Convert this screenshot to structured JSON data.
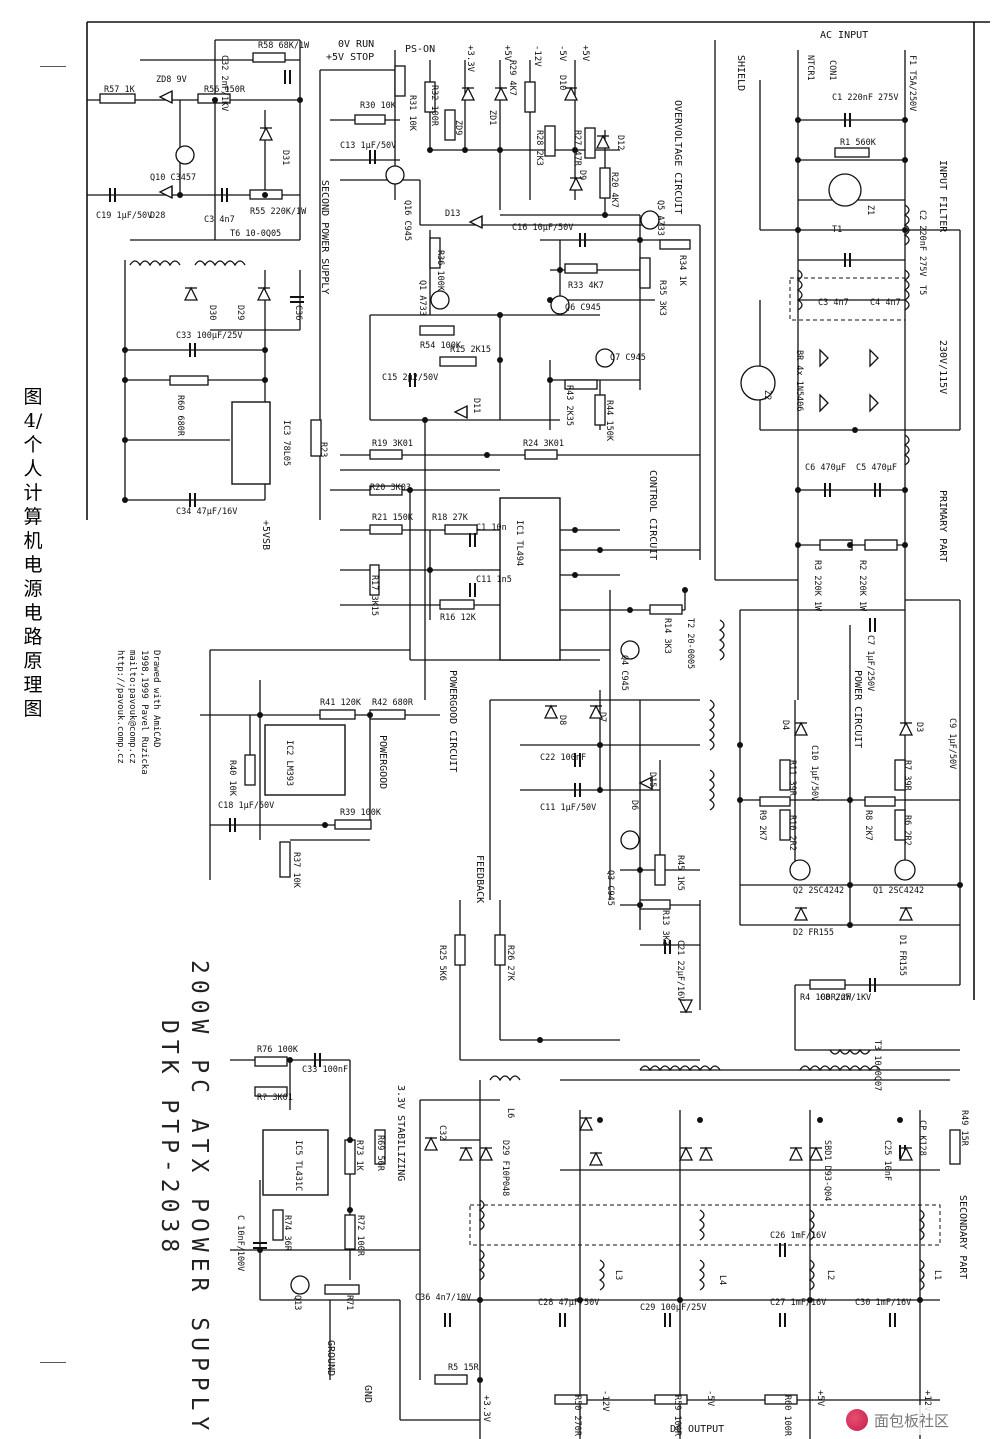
{
  "caption": "图 4/个人计算机电源电路原理图",
  "title_block": {
    "line1": "200W PC ATX POWER SUPPLY",
    "line2": "DTK PTP-2038"
  },
  "credit": [
    "Drawed with AmiCAD",
    "1998,1999 Pavel Ruzicka",
    "mailto:pavouk@comp.cz",
    "http://pavouk.comp.cz"
  ],
  "sections": {
    "ac_input": "AC INPUT",
    "input_filter": "INPUT FILTER",
    "primary_part": "PRIMARY PART",
    "power_circuit": "POWER CIRCUIT",
    "secondary_part": "SECONDARY PART",
    "dc_output": "DC OUTPUT",
    "second_power_supply": "SECOND POWER SUPPLY",
    "overvoltage_circuit": "OVERVOLTAGE CIRCUIT",
    "control_circuit": "CONTROL CIRCUIT",
    "powergood_circuit": "POWERGOOD CIRCUIT",
    "feedback": "FEEDBACK",
    "stabilizing": "3.3V STABILIZING",
    "shield": "SHIELD",
    "ground": "GROUND",
    "gnd": "GND",
    "run_stop": [
      "0V RUN",
      "+5V STOP"
    ],
    "ps_on": "PS-ON",
    "powergood": "POWERGOOD",
    "v_select": "230V/115V",
    "plus5vsb": "+5VSB"
  },
  "outputs": [
    "+3.3V",
    "-12V",
    "-5V",
    "+5V",
    "+12V"
  ],
  "rails_top": [
    "+3.3V",
    "+5V",
    "-12V",
    "-5V",
    "+5V"
  ],
  "components": {
    "top_left": [
      {
        "ref": "R58",
        "val": "68K/1W"
      },
      {
        "ref": "C32",
        "val": "2nF/1KV"
      },
      {
        "ref": "R57",
        "val": "1K"
      },
      {
        "ref": "ZD8",
        "val": "9V"
      },
      {
        "ref": "R56",
        "val": "150R"
      },
      {
        "ref": "D31",
        "val": ""
      },
      {
        "ref": "Q10",
        "val": "C3457"
      },
      {
        "ref": "C19",
        "val": "1µF/50V"
      },
      {
        "ref": "D28",
        "val": ""
      },
      {
        "ref": "C3",
        "val": "4n7"
      },
      {
        "ref": "R55",
        "val": "220K/1W"
      },
      {
        "ref": "T6",
        "val": "10-0Q05"
      },
      {
        "ref": "D30",
        "val": ""
      },
      {
        "ref": "D29",
        "val": ""
      },
      {
        "ref": "C36",
        "val": ""
      },
      {
        "ref": "C33",
        "val": "100µF/25V"
      },
      {
        "ref": "R60",
        "val": "680R"
      },
      {
        "ref": "IC3",
        "val": "78L05"
      },
      {
        "ref": "C34",
        "val": "47µF/16V"
      },
      {
        "ref": "R23",
        "val": ""
      }
    ],
    "top_middle": [
      {
        "ref": "R31",
        "val": "10K"
      },
      {
        "ref": "R30",
        "val": "10K"
      },
      {
        "ref": "C13",
        "val": "1µF/50V"
      },
      {
        "ref": "Q16",
        "val": "C945"
      },
      {
        "ref": "R32",
        "val": "100R"
      },
      {
        "ref": "ZD9",
        "val": ""
      },
      {
        "ref": "ZD1",
        "val": ""
      },
      {
        "ref": "R29",
        "val": "4K7"
      },
      {
        "ref": "D10",
        "val": ""
      },
      {
        "ref": "R28",
        "val": "2K3"
      },
      {
        "ref": "R27",
        "val": "47R"
      },
      {
        "ref": "D12",
        "val": ""
      },
      {
        "ref": "D9",
        "val": ""
      },
      {
        "ref": "R20",
        "val": "4K7"
      },
      {
        "ref": "Q5",
        "val": "A733"
      },
      {
        "ref": "D13",
        "val": ""
      },
      {
        "ref": "R36",
        "val": "100K"
      },
      {
        "ref": "C16",
        "val": "10µF/50V"
      },
      {
        "ref": "R34",
        "val": "1K"
      },
      {
        "ref": "R35",
        "val": "3K3"
      },
      {
        "ref": "R33",
        "val": "4K7"
      },
      {
        "ref": "Q1",
        "val": "A733"
      },
      {
        "ref": "Q6",
        "val": "C945"
      },
      {
        "ref": "R54",
        "val": "100K"
      },
      {
        "ref": "C15",
        "val": "2µ2/50V"
      },
      {
        "ref": "R15",
        "val": "2K15"
      },
      {
        "ref": "Q7",
        "val": "C945"
      },
      {
        "ref": "R43",
        "val": "2K35"
      },
      {
        "ref": "R44",
        "val": "150K"
      },
      {
        "ref": "D11",
        "val": ""
      }
    ],
    "control": [
      {
        "ref": "IC1",
        "val": "TL494"
      },
      {
        "ref": "R19",
        "val": "3K01"
      },
      {
        "ref": "R24",
        "val": "3K01"
      },
      {
        "ref": "R20",
        "val": "3K03"
      },
      {
        "ref": "R18",
        "val": "27K"
      },
      {
        "ref": "R21",
        "val": "150K"
      },
      {
        "ref": "C1",
        "val": "10n"
      },
      {
        "ref": "R17",
        "val": "3K15"
      },
      {
        "ref": "C11",
        "val": "1n5"
      },
      {
        "ref": "R16",
        "val": "12K"
      },
      {
        "ref": "R14",
        "val": "3K3"
      },
      {
        "ref": "Q4",
        "val": "C945"
      }
    ],
    "powergood": [
      {
        "ref": "IC2",
        "val": "LM393"
      },
      {
        "ref": "R41",
        "val": "120K"
      },
      {
        "ref": "R42",
        "val": "680R"
      },
      {
        "ref": "R40",
        "val": "10K"
      },
      {
        "ref": "C18",
        "val": "1µF/50V"
      },
      {
        "ref": "R39",
        "val": "100K"
      },
      {
        "ref": "R37",
        "val": "10K"
      }
    ],
    "driver": [
      {
        "ref": "T2",
        "val": "20-0005"
      },
      {
        "ref": "D8",
        "val": ""
      },
      {
        "ref": "D7",
        "val": ""
      },
      {
        "ref": "C22",
        "val": "100nF"
      },
      {
        "ref": "D15",
        "val": ""
      },
      {
        "ref": "C11",
        "val": "1µF/50V"
      },
      {
        "ref": "D6",
        "val": ""
      },
      {
        "ref": "Q3",
        "val": "C945"
      },
      {
        "ref": "R45",
        "val": "1K5"
      },
      {
        "ref": "R13",
        "val": "3K3"
      },
      {
        "ref": "C21",
        "val": "22µF/16V"
      },
      {
        "ref": "R25",
        "val": "5K6"
      },
      {
        "ref": "R26",
        "val": "27K"
      }
    ],
    "ac_primary": [
      {
        "ref": "NTCR1",
        "val": ""
      },
      {
        "ref": "CON1",
        "val": ""
      },
      {
        "ref": "F1",
        "val": "T5A/250V"
      },
      {
        "ref": "C1",
        "val": "220nF 275V"
      },
      {
        "ref": "R1",
        "val": "560K"
      },
      {
        "ref": "Z1",
        "val": ""
      },
      {
        "ref": "C2",
        "val": "220nF 275V"
      },
      {
        "ref": "T1",
        "val": ""
      },
      {
        "ref": "C3",
        "val": "4n7"
      },
      {
        "ref": "C4",
        "val": "4n7"
      },
      {
        "ref": "T5",
        "val": ""
      },
      {
        "ref": "Z2",
        "val": ""
      },
      {
        "ref": "BR",
        "val": "4x 1N5406"
      },
      {
        "ref": "C6",
        "val": "470µF"
      },
      {
        "ref": "C5",
        "val": "470µF"
      },
      {
        "ref": "R3",
        "val": "220K 1W"
      },
      {
        "ref": "R2",
        "val": "220K 1W"
      }
    ],
    "power_switch": [
      {
        "ref": "C7",
        "val": "1µF/250V"
      },
      {
        "ref": "D4",
        "val": ""
      },
      {
        "ref": "D3",
        "val": ""
      },
      {
        "ref": "C10",
        "val": "1µF/50V"
      },
      {
        "ref": "C9",
        "val": "1µF/50V"
      },
      {
        "ref": "R11",
        "val": "39R"
      },
      {
        "ref": "R7",
        "val": "39R"
      },
      {
        "ref": "R9",
        "val": "2K7"
      },
      {
        "ref": "R8",
        "val": "2K7"
      },
      {
        "ref": "R10",
        "val": "2R2"
      },
      {
        "ref": "R6",
        "val": "2R2"
      },
      {
        "ref": "Q2",
        "val": "2SC4242"
      },
      {
        "ref": "Q1",
        "val": "2SC4242"
      },
      {
        "ref": "D2",
        "val": "FR155"
      },
      {
        "ref": "D1",
        "val": "FR155"
      },
      {
        "ref": "R4",
        "val": "100R/2W"
      },
      {
        "ref": "C8",
        "val": "2nF/1KV"
      },
      {
        "ref": "T3",
        "val": "10-0Q07"
      }
    ],
    "secondary": [
      {
        "ref": "R76",
        "val": "100K"
      },
      {
        "ref": "C33",
        "val": "100nF"
      },
      {
        "ref": "R?",
        "val": "3K01"
      },
      {
        "ref": "IC5",
        "val": "TL431C"
      },
      {
        "ref": "R73",
        "val": "1K"
      },
      {
        "ref": "C32",
        "val": ""
      },
      {
        "ref": "R69",
        "val": "56R"
      },
      {
        "ref": "L6",
        "val": ""
      },
      {
        "ref": "D29",
        "val": "F10P048"
      },
      {
        "ref": "C",
        "val": "10nF/100V"
      },
      {
        "ref": "R74",
        "val": "36R"
      },
      {
        "ref": "R72",
        "val": "100R"
      },
      {
        "ref": "Q13",
        "val": ""
      },
      {
        "ref": "R71",
        "val": ""
      },
      {
        "ref": "C36",
        "val": "4n7/10V"
      },
      {
        "ref": "R5",
        "val": "15R"
      },
      {
        "ref": "L3",
        "val": ""
      },
      {
        "ref": "C28",
        "val": "47µF/50V"
      },
      {
        "ref": "C29",
        "val": "100µF/25V"
      },
      {
        "ref": "L4",
        "val": ""
      },
      {
        "ref": "C26",
        "val": "1mF/16V"
      },
      {
        "ref": "C27",
        "val": "1mF/16V"
      },
      {
        "ref": "L2",
        "val": ""
      },
      {
        "ref": "C30",
        "val": "1mF/16V"
      },
      {
        "ref": "L1",
        "val": ""
      },
      {
        "ref": "R49",
        "val": "15R"
      },
      {
        "ref": "CP",
        "val": "K128"
      },
      {
        "ref": "C25",
        "val": "10nF"
      },
      {
        "ref": "SBD1",
        "val": "D93-Q04"
      },
      {
        "ref": "R50",
        "val": "270R"
      },
      {
        "ref": "R59",
        "val": "100R"
      },
      {
        "ref": "R60",
        "val": "100R"
      }
    ]
  },
  "watermark": "面包板社区"
}
